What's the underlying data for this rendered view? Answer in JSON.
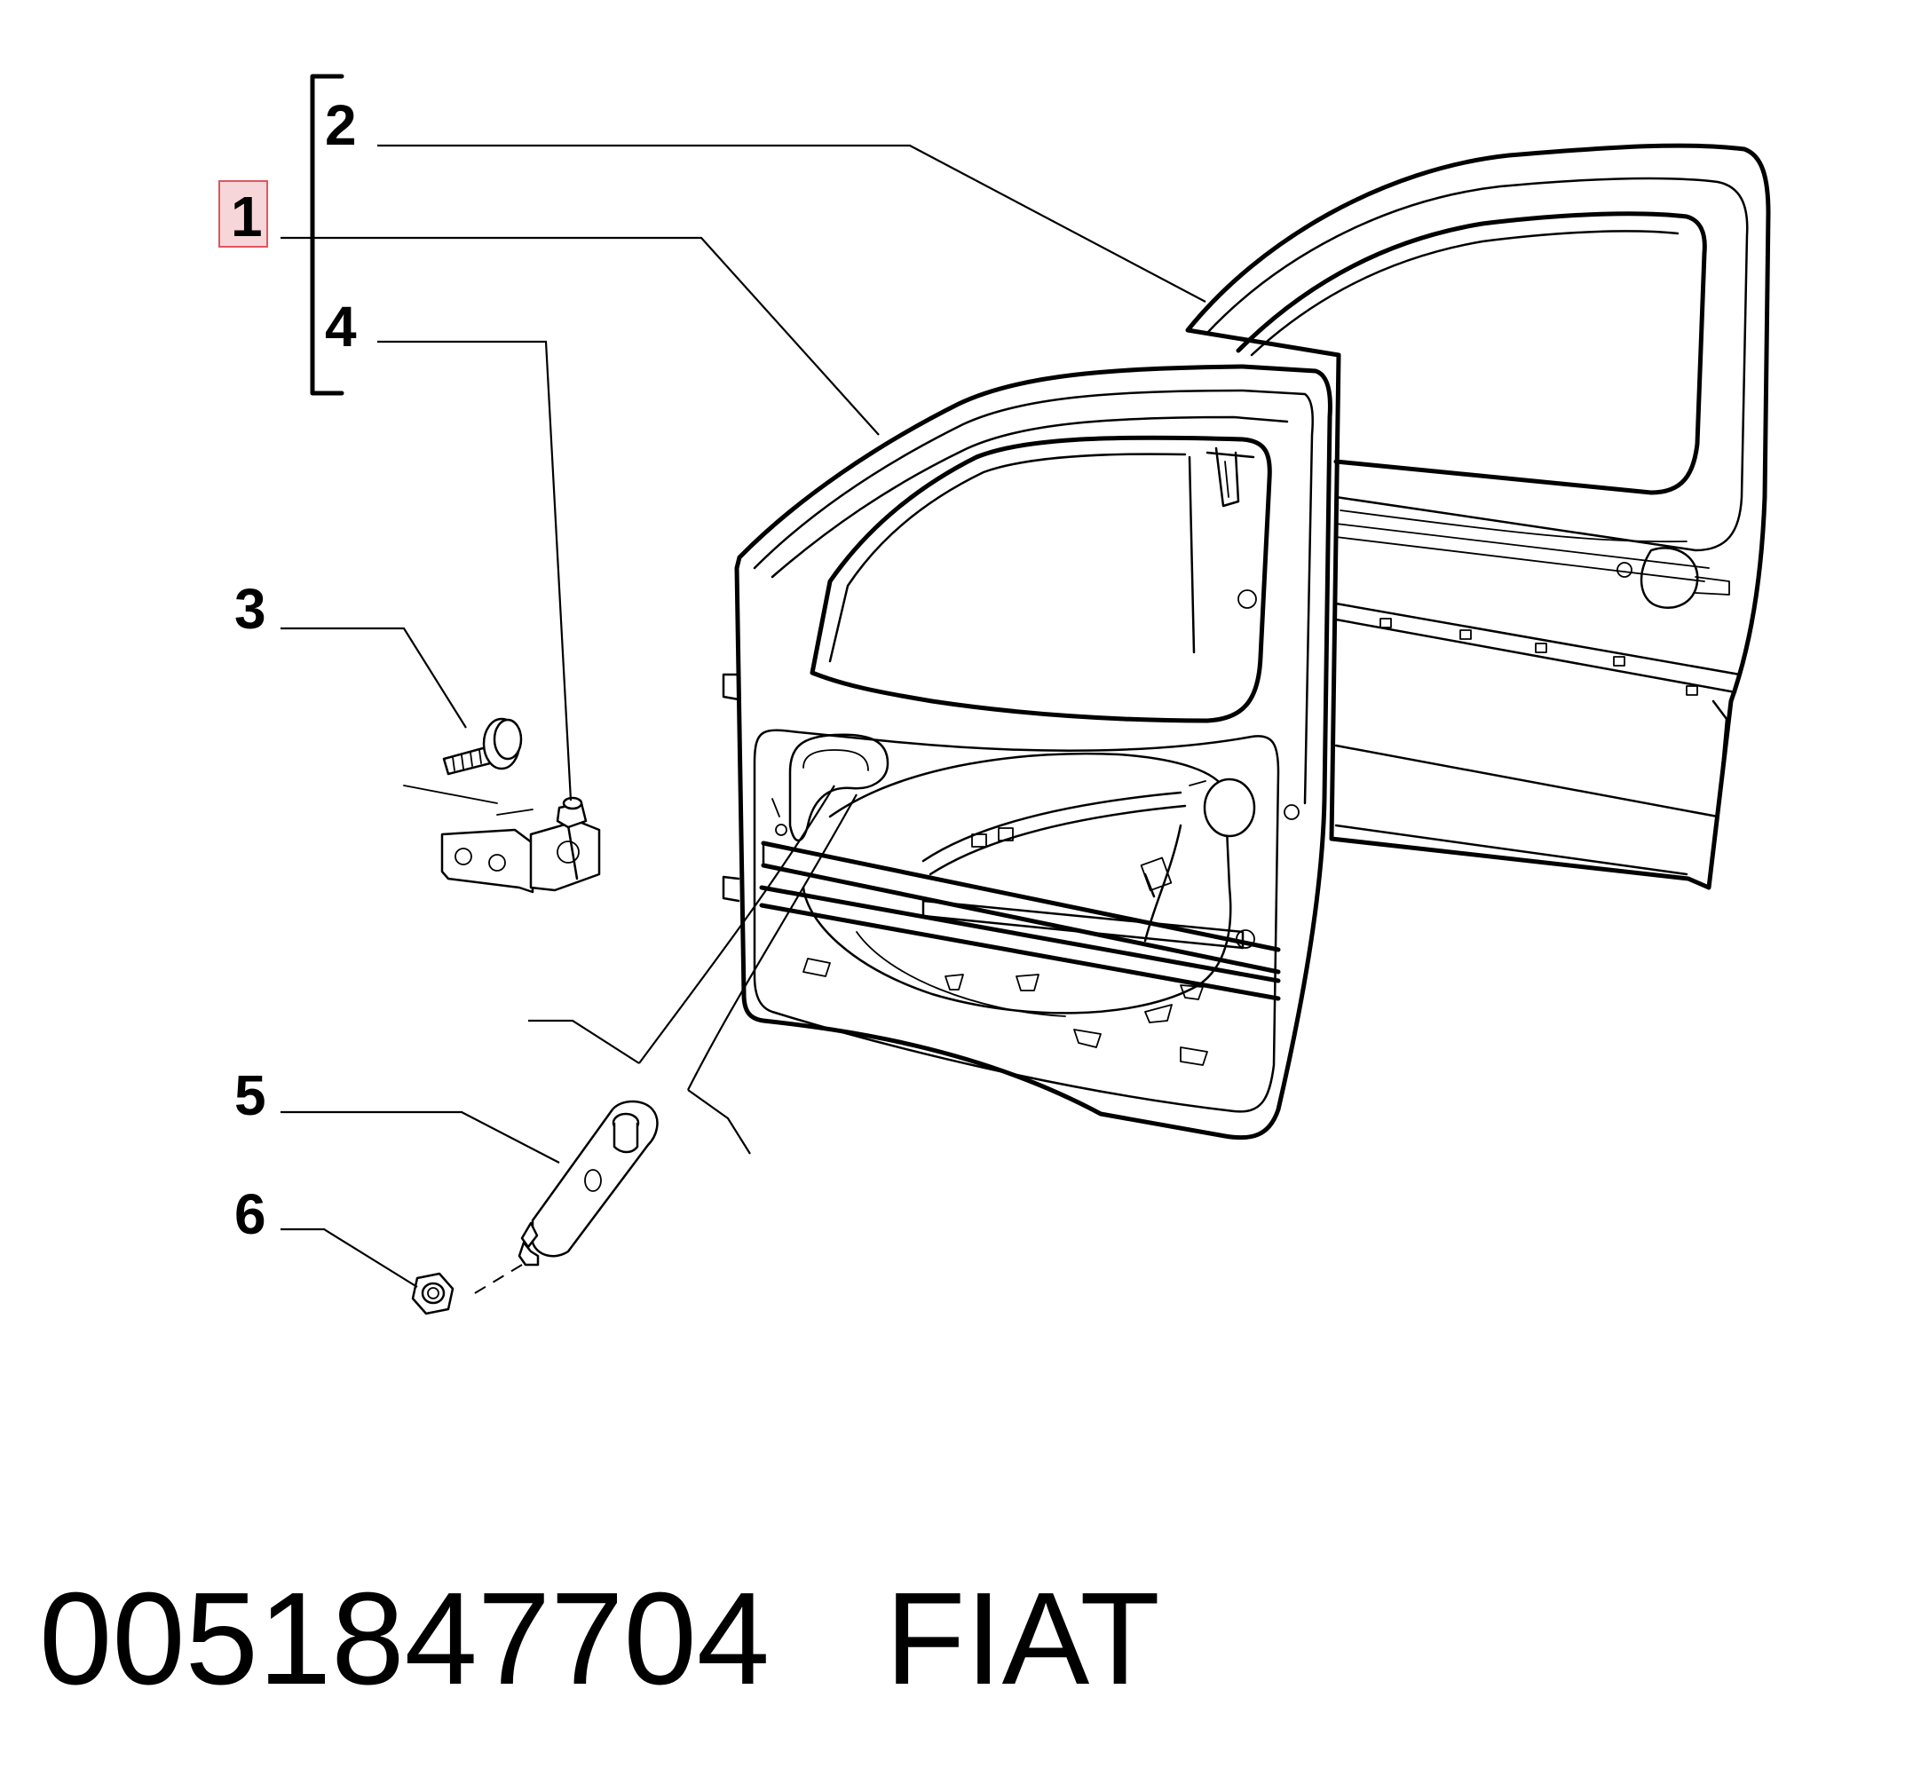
{
  "callouts": [
    {
      "id": "1",
      "label": "1",
      "highlighted": true
    },
    {
      "id": "2",
      "label": "2",
      "highlighted": false
    },
    {
      "id": "3",
      "label": "3",
      "highlighted": false
    },
    {
      "id": "4",
      "label": "4",
      "highlighted": false
    },
    {
      "id": "5",
      "label": "5",
      "highlighted": false
    },
    {
      "id": "6",
      "label": "6",
      "highlighted": false
    }
  ],
  "footer": {
    "part_number": "0051847704",
    "brand": "FIAT"
  },
  "colors": {
    "highlight_fill": "#f6d6d8",
    "highlight_stroke": "#e0565e",
    "ink": "#000000",
    "background": "#ffffff"
  }
}
